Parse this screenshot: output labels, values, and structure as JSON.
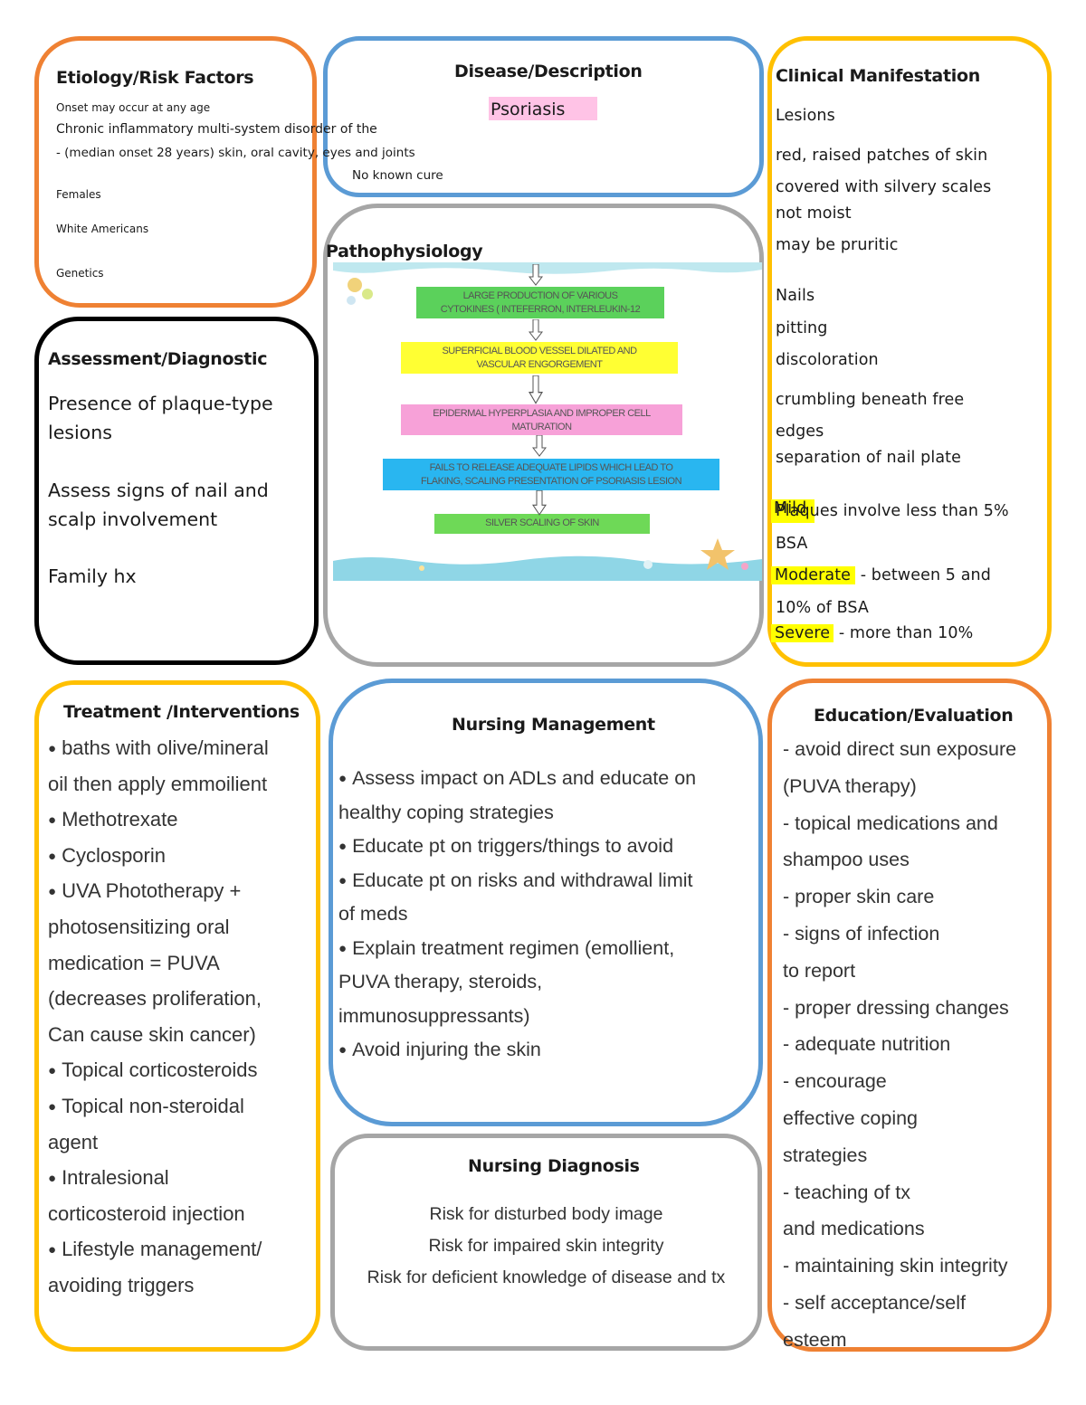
{
  "etiology": {
    "title": "Etiology/Risk Factors",
    "lines": [
      "Onset may occur at any age",
      "Chronic inflammatory multi-system disorder of the",
      "- (median onset 28 years) skin, oral cavity, eyes and joints",
      "Females",
      "White Americans",
      "Genetics"
    ]
  },
  "disease": {
    "title": "Disease/Description",
    "name": "Psoriasis",
    "note": "No known cure"
  },
  "clinical": {
    "title": "Clinical Manifestation",
    "lines": [
      "Lesions",
      "red, raised patches of skin",
      "covered with silvery scales",
      "not moist",
      "may be pruritic",
      "Nails",
      "pitting",
      "discoloration",
      "crumbling beneath free",
      "edges",
      "separation of nail plate"
    ],
    "mild_label": "Mild",
    "mild_text": "Plaques involve less than 5%",
    "mild_text2": "BSA",
    "moderate_label": "Moderate",
    "moderate_text": " - between 5 and",
    "moderate_text2": "10% of BSA",
    "severe_label": "Severe",
    "severe_text": " - more than 10%"
  },
  "assessment": {
    "title": "Assessment/Diagnostic",
    "items": [
      "Presence of plaque-type",
      "lesions",
      "Assess signs of nail and",
      "scalp involvement",
      "Family hx"
    ]
  },
  "patho": {
    "title": "Pathophysiology",
    "steps": [
      "LARGE PRODUCTION OF VARIOUS\nCYTOKINES ( INTEFERRON, INTERLEUKIN-12",
      "SUPERFICIAL BLOOD VESSEL DILATED AND\nVASCULAR ENGORGEMENT",
      "EPIDERMAL HYPERPLASIA AND IMPROPER CELL\nMATURATION",
      "FAILS TO RELEASE ADEQUATE LIPIDS WHICH LEAD TO\nFLAKING, SCALING PRESENTATION OF PSORIASIS LESION",
      "SILVER SCALING OF SKIN"
    ],
    "colors": [
      "#5bd15b",
      "#ffff33",
      "#f7a1d8",
      "#29b6f0",
      "#6ed957"
    ]
  },
  "treatment": {
    "title": "Treatment /Interventions",
    "lines": [
      {
        "b": true,
        "t": "baths with olive/mineral"
      },
      {
        "b": false,
        "t": "oil then apply emmoilient"
      },
      {
        "b": true,
        "t": "Methotrexate"
      },
      {
        "b": true,
        "t": "Cyclosporin"
      },
      {
        "b": true,
        "t": "UVA Phototherapy +"
      },
      {
        "b": false,
        "t": "photosensitizing oral"
      },
      {
        "b": false,
        "t": "medication = PUVA"
      },
      {
        "b": false,
        "t": "(decreases proliferation,"
      },
      {
        "b": false,
        "t": "Can cause skin cancer)"
      },
      {
        "b": true,
        "t": "Topical corticosteroids"
      },
      {
        "b": true,
        "t": "Topical non-steroidal"
      },
      {
        "b": false,
        "t": "agent"
      },
      {
        "b": true,
        "t": "Intralesional"
      },
      {
        "b": false,
        "t": "corticosteroid injection"
      },
      {
        "b": true,
        "t": "Lifestyle management/"
      },
      {
        "b": false,
        "t": "avoiding triggers"
      }
    ]
  },
  "nursing": {
    "title": "Nursing Management",
    "lines": [
      {
        "b": true,
        "t": "Assess impact on ADLs and educate on"
      },
      {
        "b": false,
        "t": "healthy coping strategies"
      },
      {
        "b": true,
        "t": "Educate pt on triggers/things to avoid"
      },
      {
        "b": true,
        "t": "Educate pt on risks and withdrawal limit"
      },
      {
        "b": false,
        "t": "of meds"
      },
      {
        "b": true,
        "t": "Explain treatment regimen (emollient,"
      },
      {
        "b": false,
        "t": "PUVA therapy, steroids,"
      },
      {
        "b": false,
        "t": "immunosuppressants)"
      },
      {
        "b": true,
        "t": "Avoid injuring the skin"
      }
    ]
  },
  "diagnosis": {
    "title": "Nursing Diagnosis",
    "lines": [
      "Risk for disturbed body image",
      "Risk for impaired skin integrity",
      "Risk for deficient knowledge of disease and tx"
    ]
  },
  "education": {
    "title": "Education/Evaluation",
    "lines": [
      "- avoid direct sun exposure",
      "(PUVA therapy)",
      "- topical medications and",
      "shampoo uses",
      "- proper skin care",
      "- signs of infection",
      "to report",
      "- proper dressing changes",
      "- adequate nutrition",
      "- encourage",
      "effective coping",
      "strategies",
      "- teaching of tx",
      "and medications",
      "- maintaining skin integrity",
      "- self acceptance/self",
      "esteem"
    ]
  }
}
